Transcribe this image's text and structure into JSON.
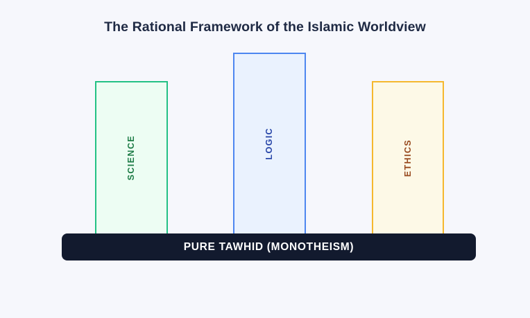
{
  "diagram": {
    "title": "The Rational Framework of the Islamic Worldview",
    "background_color": "#f6f7fc",
    "title_color": "#1f2a44",
    "pillars": [
      {
        "label": "SCIENCE",
        "fill_color": "#edfdf3",
        "border_color": "#23c184",
        "text_color": "#1b7a44"
      },
      {
        "label": "LOGIC",
        "fill_color": "#eaf2fe",
        "border_color": "#4d86f0",
        "text_color": "#2846a8"
      },
      {
        "label": "ETHICS",
        "fill_color": "#fdf9e7",
        "border_color": "#f5b82e",
        "text_color": "#97481d"
      }
    ],
    "foundation": {
      "label": "PURE TAWHID (MONOTHEISM)",
      "fill_color": "#121a2e",
      "text_color": "#ffffff"
    }
  },
  "chart_data": {
    "type": "bar",
    "title": "The Rational Framework of the Islamic Worldview",
    "categories": [
      "SCIENCE",
      "LOGIC",
      "ETHICS"
    ],
    "values": [
      222,
      263,
      222
    ],
    "xlabel": "",
    "ylabel": "",
    "annotations": [
      "PURE TAWHID (MONOTHEISM)"
    ],
    "grid": false,
    "legend": "none"
  }
}
